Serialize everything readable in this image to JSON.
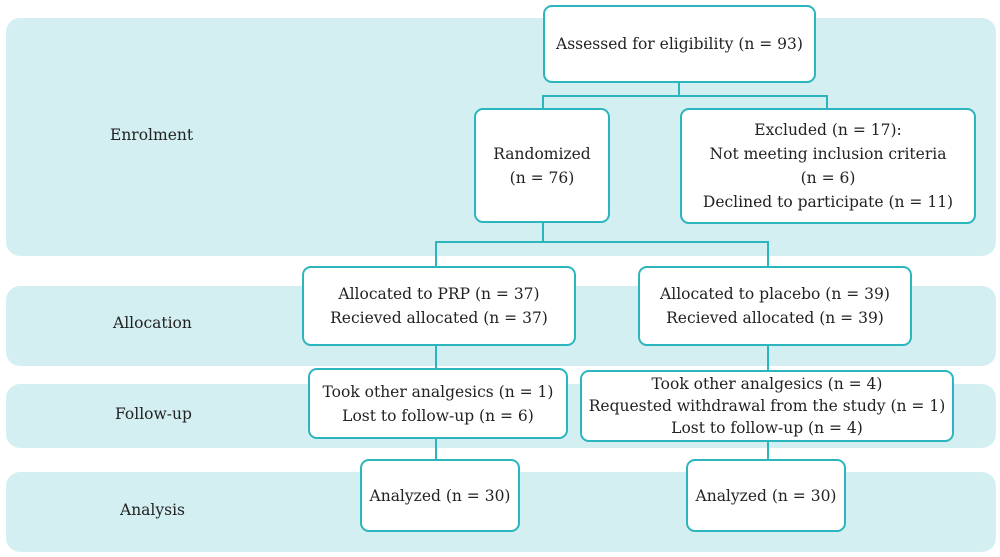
{
  "stages": {
    "enrolment": "Enrolment",
    "allocation": "Allocation",
    "follow_up": "Follow-up",
    "analysis": "Analysis"
  },
  "boxes": {
    "assessed": [
      "Assessed for eligibility (n = 93)"
    ],
    "randomized": [
      "Randomized",
      "(n = 76)"
    ],
    "excluded": [
      "Excluded (n = 17):",
      "Not meeting inclusion criteria",
      "(n = 6)",
      "Declined to participate (n = 11)"
    ],
    "alloc_prp": [
      "Allocated to PRP (n = 37)",
      "Recieved allocated (n = 37)"
    ],
    "alloc_placebo": [
      "Allocated to placebo (n = 39)",
      "Recieved allocated (n = 39)"
    ],
    "follow_prp": [
      "Took other analgesics (n = 1)",
      "Lost to follow-up (n = 6)"
    ],
    "follow_placebo": [
      "Took other analgesics (n = 4)",
      "Requested withdrawal from the study (n = 1)",
      "Lost to follow-up (n = 4)"
    ],
    "analysis_prp": [
      "Analyzed (n = 30)"
    ],
    "analysis_placebo": [
      "Analyzed (n = 30)"
    ]
  },
  "colors": {
    "band": "#d3eff2",
    "box_border": "#2bb5bd",
    "connector": "#2bb5bd"
  }
}
